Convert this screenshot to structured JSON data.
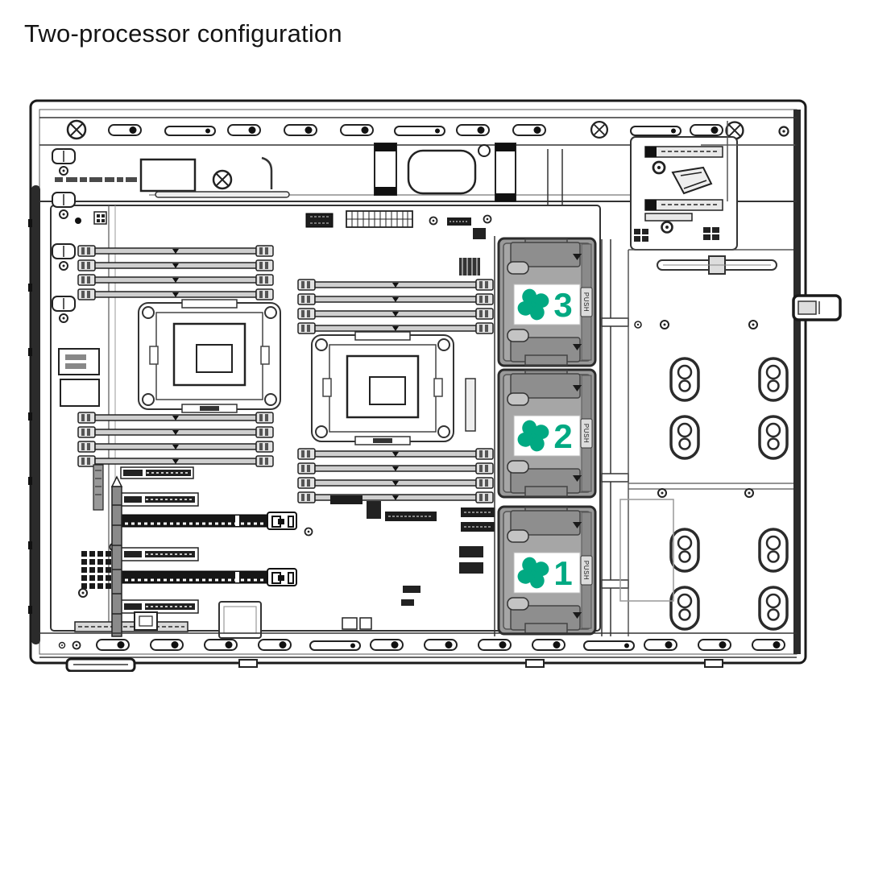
{
  "title": "Two-processor configuration",
  "colors": {
    "accent_green": "#01a982",
    "line": "#1a1a1a",
    "fan_body_gray": "#9a9a9a"
  },
  "fans": {
    "push_label": "PUSH",
    "items": [
      {
        "number": "3",
        "position": "top"
      },
      {
        "number": "2",
        "position": "middle"
      },
      {
        "number": "1",
        "position": "bottom"
      }
    ]
  },
  "icons": {
    "fan_icon": "green-fan-blades"
  }
}
